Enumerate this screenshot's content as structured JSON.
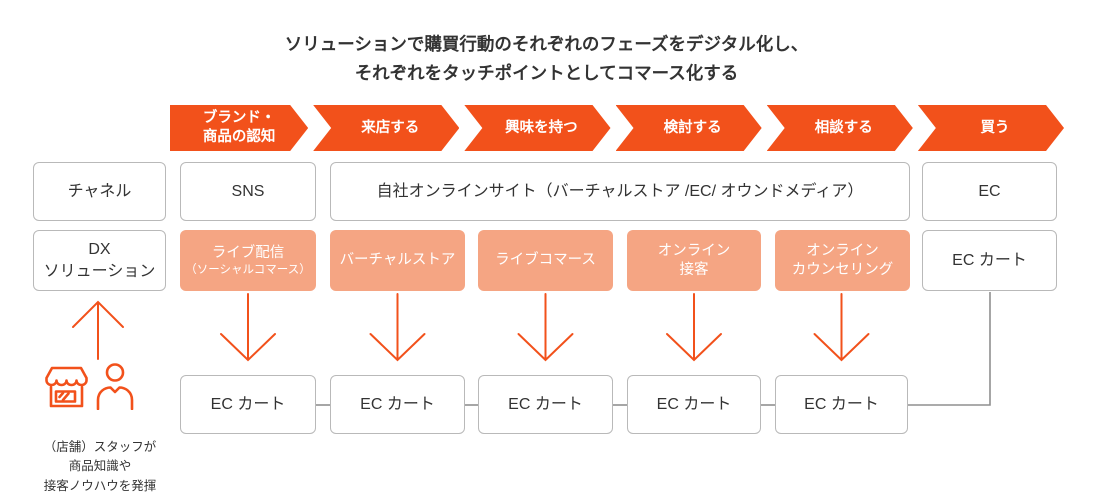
{
  "colors": {
    "accent_orange": "#F2511B",
    "salmon": "#F5A583",
    "box_border": "#B9B9B9",
    "connector_gray": "#8F8F8F",
    "text_dark": "#333333"
  },
  "title": {
    "line1": "ソリューションで購買行動のそれぞれのフェーズをデジタル化し、",
    "line2": "それぞれをタッチポイントとしてコマース化する"
  },
  "phases": [
    {
      "label": "ブランド・\n商品の認知"
    },
    {
      "label": "来店する"
    },
    {
      "label": "興味を持つ"
    },
    {
      "label": "検討する"
    },
    {
      "label": "相談する"
    },
    {
      "label": "買う"
    }
  ],
  "channel_row": {
    "row_label": "チャネル",
    "sns": "SNS",
    "online_site": "自社オンラインサイト（バーチャルストア /EC/ オウンドメディア）",
    "ec": "EC"
  },
  "dx_row": {
    "row_label": "DX\nソリューション",
    "solutions": [
      {
        "label": "ライブ配信",
        "sublabel": "（ソーシャルコマース）"
      },
      {
        "label": "バーチャルストア"
      },
      {
        "label": "ライブコマース"
      },
      {
        "label": "オンライン\n接客"
      },
      {
        "label": "オンライン\nカウンセリング"
      }
    ],
    "ec_cart": "EC カート"
  },
  "cart_row": {
    "carts": [
      "EC カート",
      "EC カート",
      "EC カート",
      "EC カート",
      "EC カート"
    ]
  },
  "staff_note": {
    "text": "（店舗）スタッフが\n商品知識や\n接客ノウハウを発揮"
  }
}
